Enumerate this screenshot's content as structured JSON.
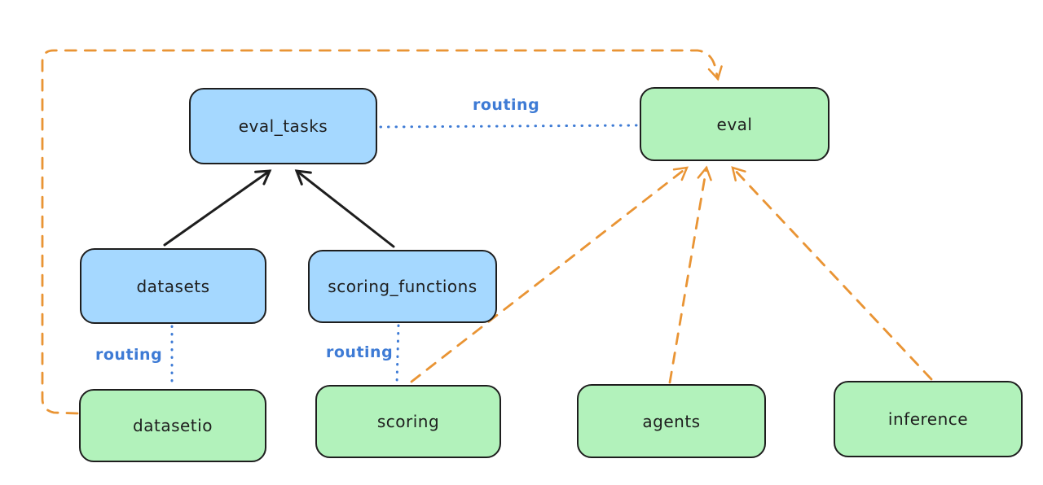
{
  "diagram": {
    "nodes": [
      {
        "id": "eval_tasks",
        "label": "eval_tasks",
        "fill": "#a5d8ff"
      },
      {
        "id": "eval",
        "label": "eval",
        "fill": "#b2f2bb"
      },
      {
        "id": "datasets",
        "label": "datasets",
        "fill": "#a5d8ff"
      },
      {
        "id": "scoring_functions",
        "label": "scoring_functions",
        "fill": "#a5d8ff"
      },
      {
        "id": "datasetio",
        "label": "datasetio",
        "fill": "#b2f2bb"
      },
      {
        "id": "scoring",
        "label": "scoring",
        "fill": "#b2f2bb"
      },
      {
        "id": "agents",
        "label": "agents",
        "fill": "#b2f2bb"
      },
      {
        "id": "inference",
        "label": "inference",
        "fill": "#b2f2bb"
      }
    ],
    "edges": [
      {
        "from": "datasets",
        "to": "eval_tasks",
        "style": "solid-arrow",
        "color": "#1e1e1e",
        "label": ""
      },
      {
        "from": "scoring_functions",
        "to": "eval_tasks",
        "style": "solid-arrow",
        "color": "#1e1e1e",
        "label": ""
      },
      {
        "from": "eval_tasks",
        "to": "eval",
        "style": "dotted",
        "color": "#3e7bd5",
        "label": "routing"
      },
      {
        "from": "datasets",
        "to": "datasetio",
        "style": "dotted",
        "color": "#3e7bd5",
        "label": "routing"
      },
      {
        "from": "scoring_functions",
        "to": "scoring",
        "style": "dotted",
        "color": "#3e7bd5",
        "label": "routing"
      },
      {
        "from": "datasetio",
        "to": "eval",
        "style": "dashed-arrow",
        "color": "#e99434",
        "label": ""
      },
      {
        "from": "scoring",
        "to": "eval",
        "style": "dashed-arrow",
        "color": "#e99434",
        "label": ""
      },
      {
        "from": "agents",
        "to": "eval",
        "style": "dashed-arrow",
        "color": "#e99434",
        "label": ""
      },
      {
        "from": "inference",
        "to": "eval",
        "style": "dashed-arrow",
        "color": "#e99434",
        "label": ""
      }
    ],
    "colors": {
      "node_blue_fill": "#a5d8ff",
      "node_green_fill": "#b2f2bb",
      "node_stroke": "#1e1e1e",
      "routing_blue": "#3e7bd5",
      "provider_orange": "#e99434",
      "background": "#ffffff"
    }
  }
}
